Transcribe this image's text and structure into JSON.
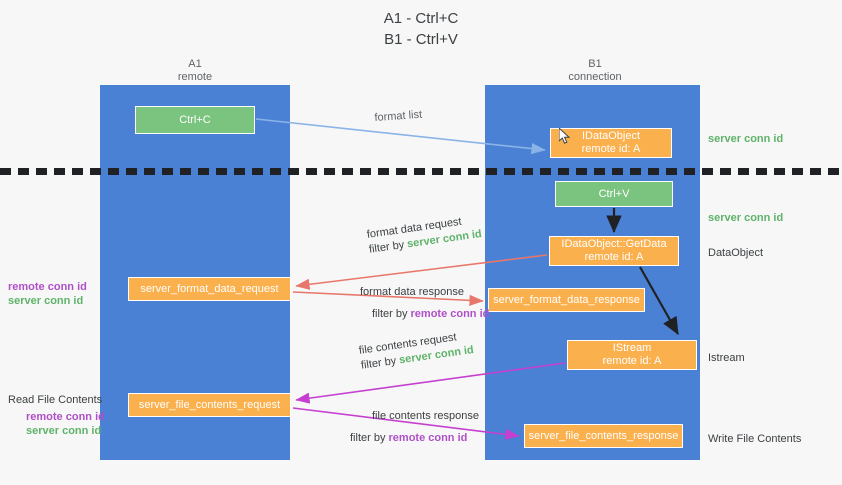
{
  "title": {
    "line1": "A1 - Ctrl+C",
    "line2": "B1 - Ctrl+V"
  },
  "columns": [
    {
      "id": "a1",
      "name": "A1",
      "role": "remote"
    },
    {
      "id": "b1",
      "name": "B1",
      "role": "connection"
    }
  ],
  "colors": {
    "lane": "#4a81d4",
    "green_box": "#7bc47f",
    "orange_box": "#fbb04e",
    "server_conn_id": "#5fb36a",
    "remote_conn_id": "#b050c8",
    "format_list_arrow": "#8ab4e8",
    "format_data_arrow": "#e8776b",
    "file_contents_arrow": "#c540d0",
    "black_arrow": "#202124",
    "background": "#f7f7f7"
  },
  "boxes": {
    "ctrl_c": {
      "label": "Ctrl+C",
      "style": "green"
    },
    "idataobject": {
      "line1": "IDataObject",
      "line2": "remote id: A",
      "style": "orange"
    },
    "ctrl_v": {
      "label": "Ctrl+V",
      "style": "green"
    },
    "getdata": {
      "line1": "IDataObject::GetData",
      "line2": "remote id: A",
      "style": "orange"
    },
    "istream": {
      "line1": "IStream",
      "line2": "remote id: A",
      "style": "orange"
    },
    "server_format_data_request": {
      "label": "server_format_data_request",
      "style": "orange"
    },
    "server_format_data_response": {
      "label": "server_format_data_response",
      "style": "orange"
    },
    "server_file_contents_request": {
      "label": "server_file_contents_request",
      "style": "orange"
    },
    "server_file_contents_response": {
      "label": "server_file_contents_response",
      "style": "orange"
    }
  },
  "edge_labels": {
    "format_list": "format list",
    "format_data_request": {
      "line1": "format data request",
      "filter_prefix": "filter by ",
      "filter_value": "server conn id"
    },
    "format_data_response": {
      "line1": "format data response",
      "filter_prefix": "filter by ",
      "filter_value": "remote conn id"
    },
    "file_contents_request": {
      "line1": "file contents request",
      "filter_prefix": "filter by ",
      "filter_value": "server conn id"
    },
    "file_contents_response": {
      "line1": "file contents response",
      "filter_prefix": "filter by ",
      "filter_value": "remote conn id"
    }
  },
  "right_annotations": [
    {
      "text": "server conn id",
      "kind": "server"
    },
    {
      "text": "server conn id",
      "kind": "server"
    },
    {
      "text": "DataObject",
      "kind": "plain"
    },
    {
      "text": "Istream",
      "kind": "plain"
    },
    {
      "text": "Write File Contents",
      "kind": "plain"
    }
  ],
  "left_annotations": {
    "group1": {
      "remote": "remote conn id",
      "server": "server conn id"
    },
    "group2": {
      "heading": "Read File Contents",
      "remote": "remote conn id",
      "server": "server conn id"
    }
  },
  "icons": {
    "cursor": "mouse-pointer-icon"
  }
}
